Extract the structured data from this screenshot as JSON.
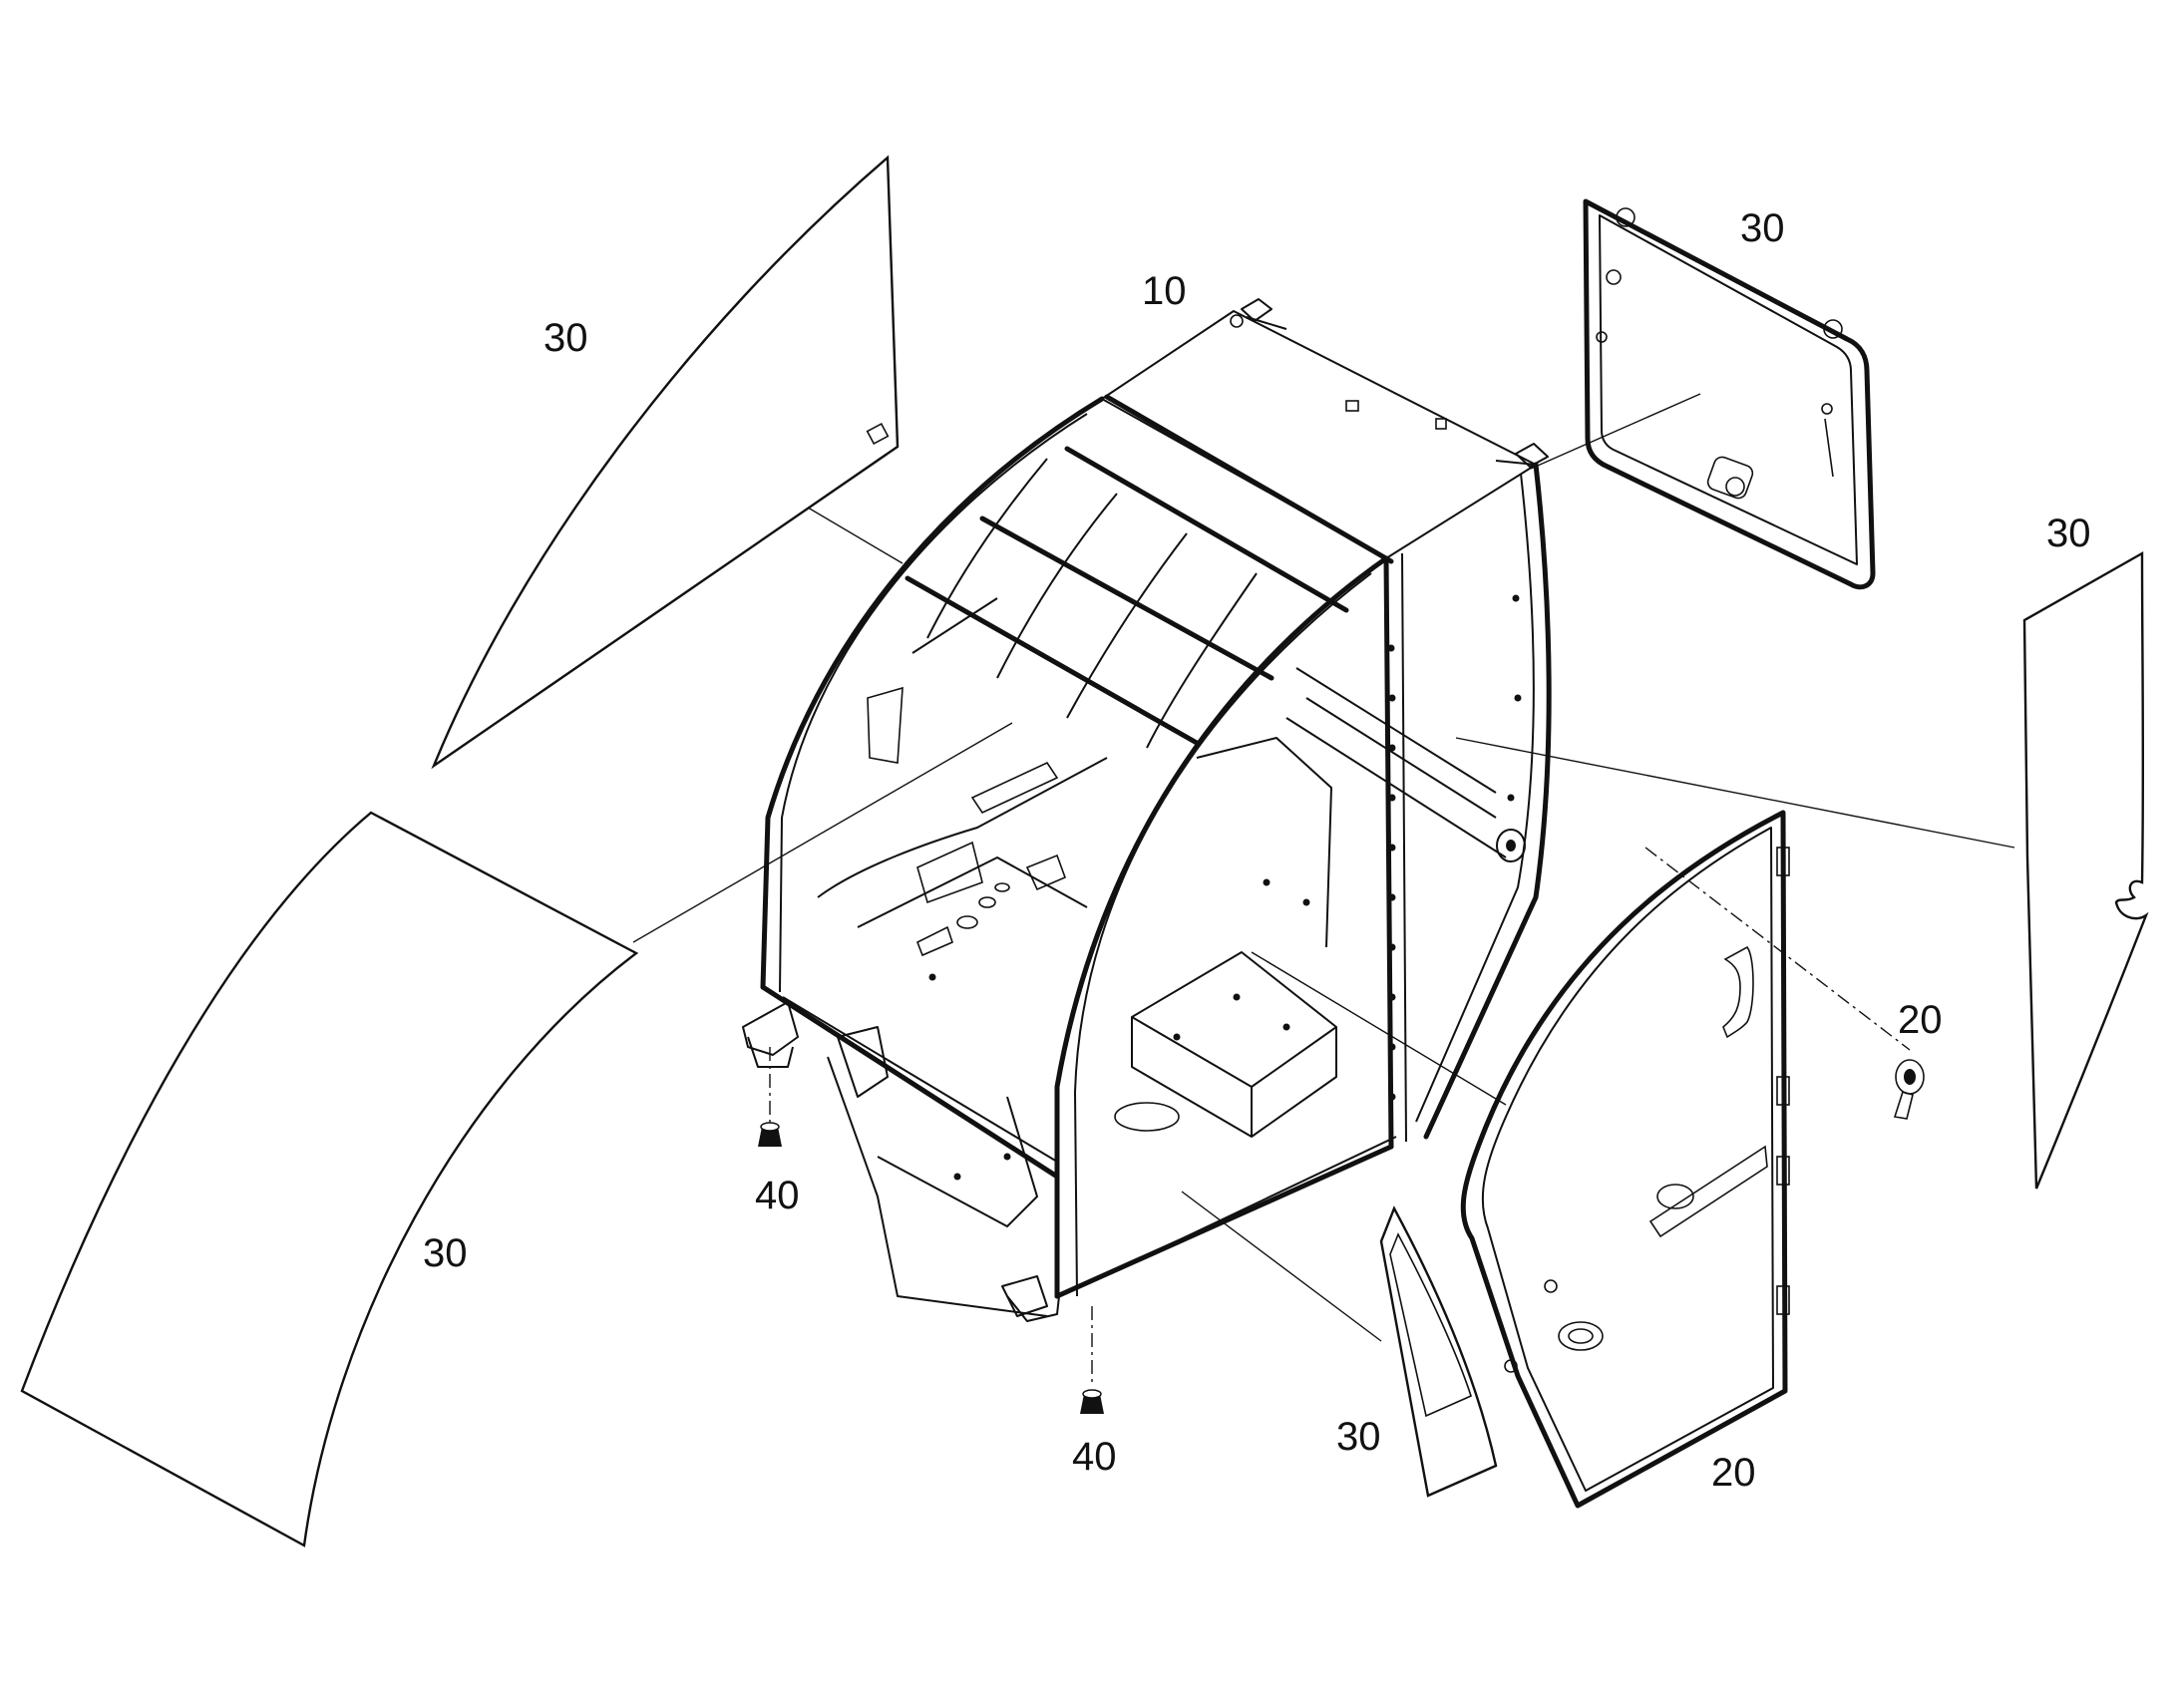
{
  "callouts": {
    "cab_frame": "10",
    "door_left_panel": "20",
    "door_hinge": "20",
    "glass_front_left": "30",
    "glass_roof_large": "30",
    "glass_rear_window": "30",
    "glass_side_right": "30",
    "glass_lower_small": "30",
    "mount_left": "40",
    "mount_center": "40"
  }
}
